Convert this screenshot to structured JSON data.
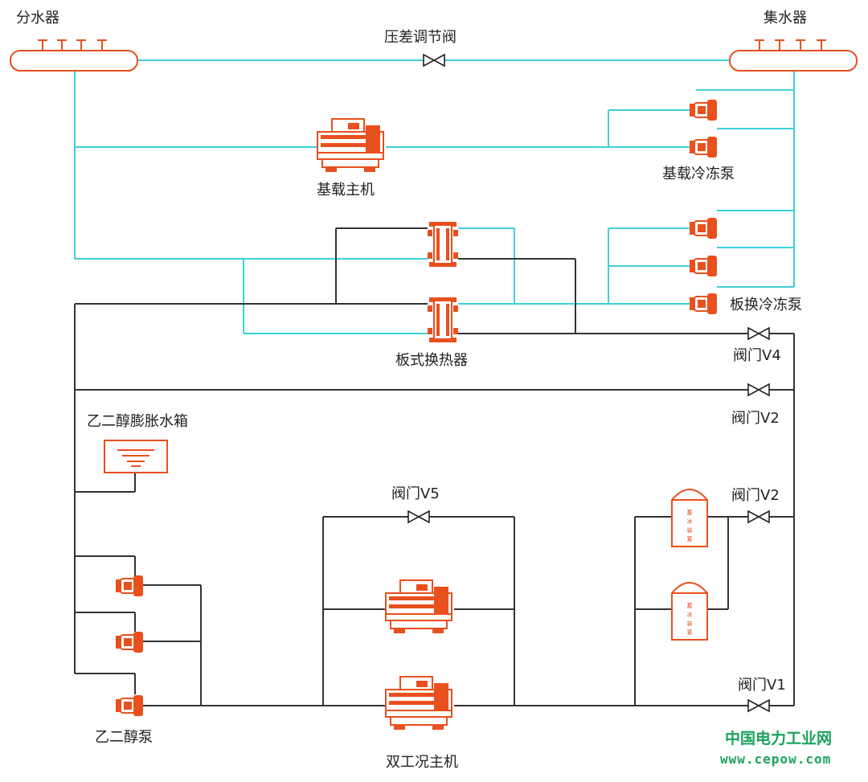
{
  "labels": {
    "distributor": "分水器",
    "collector": "集水器",
    "pressure_valve": "压差调节阀",
    "base_chiller": "基载主机",
    "base_pump": "基载冷冻泵",
    "plate_pump": "板换冷冻泵",
    "plate_hx": "板式换热器",
    "valve_v4": "阀门V4",
    "valve_v2_a": "阀门V2",
    "expansion_tank": "乙二醇膨胀水箱",
    "valve_v5": "阀门V5",
    "valve_v2_b": "阀门V2",
    "glycol_pump": "乙二醇泵",
    "dual_chiller": "双工况主机",
    "valve_v1": "阀门V1",
    "ice_tank_1": "蓄冰装置",
    "ice_tank_2": "蓄冰装置"
  },
  "watermark": {
    "name": "中国电力工业网",
    "url": "www.cepow.com"
  },
  "colors": {
    "chilled_water_pipe": "#3fd0dc",
    "glycol_pipe": "#333333",
    "equipment": "#e8501e",
    "watermark": "#1aa35a"
  }
}
